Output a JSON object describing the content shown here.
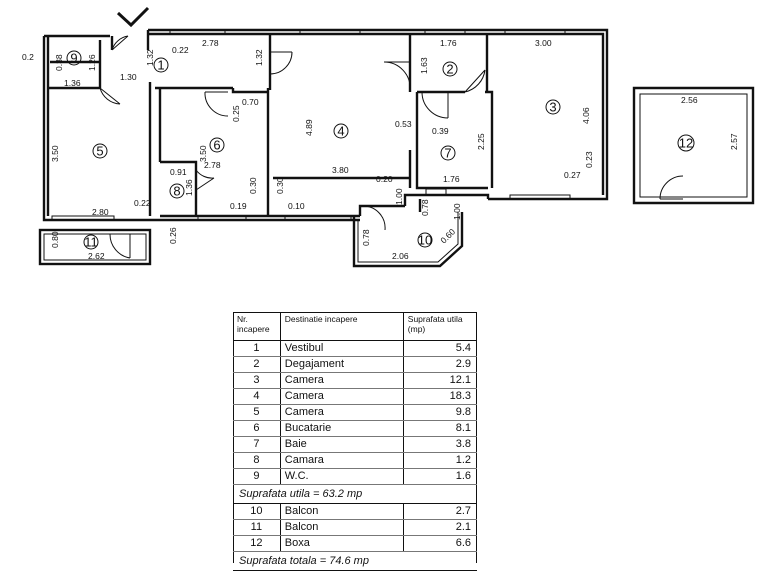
{
  "dimensions": {
    "d1_38": "0.38",
    "d1_26": "1.26",
    "d0_2": "0.2",
    "d1_36": "1.36",
    "d1_30": "1.30",
    "d1_32": "1.32",
    "d0_22a": "0.22",
    "d2_78a": "2.78",
    "d1_32b": "1.32",
    "d1_76a": "1.76",
    "d3_00": "3.00",
    "d1_63": "1.63",
    "d4_06": "4.06",
    "d0_70": "0.70",
    "d0_25": "0.25",
    "d4_89": "4.89",
    "d0_53": "0.53",
    "d0_39": "0.39",
    "d2_25": "2.25",
    "d3_50a": "3.50",
    "d3_50b": "3.50",
    "d2_78b": "2.78",
    "d0_91": "0.91",
    "d3_80": "3.80",
    "d0_23": "0.23",
    "d0_20": "0.20",
    "d1_76b": "1.76",
    "d0_27": "0.27",
    "d1_36b": "1.36",
    "d0_30a": "0.30",
    "d0_30b": "0.30",
    "d0_22b": "0.22",
    "d2_80": "2.80",
    "d0_19": "0.19",
    "d0_10": "0.10",
    "d1_00a": "1.00",
    "d0_78a": "0.78",
    "d1_00b": "1.00",
    "d0_80": "0.80",
    "d0_26": "0.26",
    "d2_62": "2.62",
    "d0_78b": "0.78",
    "d0_60": "0.60",
    "d2_06": "2.06",
    "d2_56": "2.56",
    "d2_57": "2.57"
  },
  "rooms": [
    "1",
    "2",
    "3",
    "4",
    "5",
    "6",
    "7",
    "8",
    "9",
    "10",
    "11",
    "12"
  ],
  "table": {
    "header": {
      "nr": "Nr. incapere",
      "dest": "Destinatie incapere",
      "area": "Suprafata utila (mp)"
    },
    "rows": [
      {
        "nr": "1",
        "dest": "Vestibul",
        "area": "5.4"
      },
      {
        "nr": "2",
        "dest": "Degajament",
        "area": "2.9"
      },
      {
        "nr": "3",
        "dest": "Camera",
        "area": "12.1"
      },
      {
        "nr": "4",
        "dest": "Camera",
        "area": "18.3"
      },
      {
        "nr": "5",
        "dest": "Camera",
        "area": "9.8"
      },
      {
        "nr": "6",
        "dest": "Bucatarie",
        "area": "8.1"
      },
      {
        "nr": "7",
        "dest": "Baie",
        "area": "3.8"
      },
      {
        "nr": "8",
        "dest": "Camara",
        "area": "1.2"
      },
      {
        "nr": "9",
        "dest": "W.C.",
        "area": "1.6"
      }
    ],
    "subtotal": "Suprafata utila = 63.2 mp",
    "extra_rows": [
      {
        "nr": "10",
        "dest": "Balcon",
        "area": "2.7"
      },
      {
        "nr": "11",
        "dest": "Balcon",
        "area": "2.1"
      },
      {
        "nr": "12",
        "dest": "Boxa",
        "area": "6.6"
      }
    ],
    "total": "Suprafata totala = 74.6 mp"
  }
}
